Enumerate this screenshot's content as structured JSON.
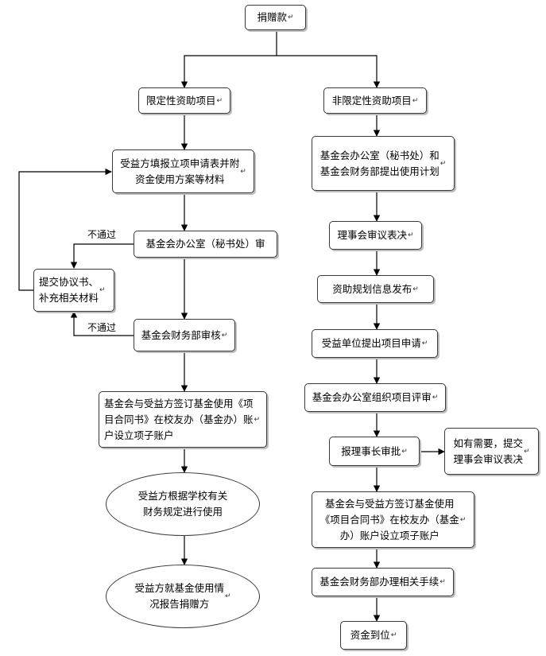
{
  "nodes": {
    "donation": "捐赠款",
    "restricted": "限定性资助项目",
    "unrestricted": "非限定性资助项目",
    "fill_form": "受益方填报立项申请表并附\n资金使用方案等材料",
    "office_review": "基金会办公室（秘书处）审",
    "submit_agreement": "提交协议书、\n补充相关材料",
    "finance_review": "基金会财务部审核",
    "sign_left": "基金会与受益方签订基金使用《项\n目合同书》在校友办（基金办）账\n户设立项子账户",
    "use_funds": "受益方根据学校有关\n财务规定进行使用",
    "report": "受益方就基金使用情\n况报告捐赠方",
    "plan": "基金会办公室（秘书处）和\n基金会财务部提出使用计划",
    "board_vote": "理事会审议表决",
    "publish": "资助规划信息发布",
    "apply": "受益单位提出项目申请",
    "evaluate": "基金会办公室组织项目评审",
    "chair_approve": "报理事长审批",
    "if_needed": "如有需要，提交\n理事会审议表决",
    "sign_right": "基金会与受益方签订基金使用\n《项目合同书》在校友办（基金\n办）账户设立项子账户",
    "finance_proc": "基金会财务部办理相关手续",
    "funds_arrive": "资金到位"
  },
  "return_mark": "↵",
  "labels": {
    "fail1": "不通过",
    "fail2": "不通过"
  }
}
